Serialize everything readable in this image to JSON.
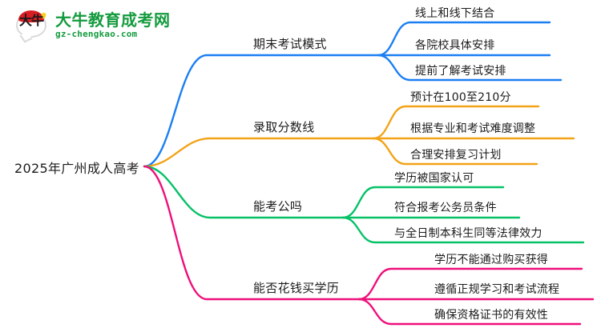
{
  "logo": {
    "mark_text": "大牛",
    "title": "大牛教育成考网",
    "subtitle": "gz-chengkao.com",
    "brand_color": "#149b3e",
    "mark_accent_color": "#d81e23"
  },
  "mindmap": {
    "root": {
      "label": "2025年广州成人高考"
    },
    "branches": [
      {
        "label": "期末考试模式",
        "color": "#1a7ff2",
        "children": [
          {
            "label": "线上和线下结合"
          },
          {
            "label": "各院校具体安排"
          },
          {
            "label": "提前了解考试安排"
          }
        ]
      },
      {
        "label": "录取分数线",
        "color": "#f2a317",
        "children": [
          {
            "label": "预计在100至210分"
          },
          {
            "label": "根据专业和考试难度调整"
          },
          {
            "label": "合理安排复习计划"
          }
        ]
      },
      {
        "label": "能考公吗",
        "color": "#06c167",
        "children": [
          {
            "label": "学历被国家认可"
          },
          {
            "label": "符合报考公务员条件"
          },
          {
            "label": "与全日制本科生同等法律效力"
          }
        ]
      },
      {
        "label": "能否花钱买学历",
        "color": "#ef0f7a",
        "children": [
          {
            "label": "学历不能通过购买获得"
          },
          {
            "label": "遵循正规学习和考试流程"
          },
          {
            "label": "确保资格证书的有效性"
          }
        ]
      }
    ]
  }
}
